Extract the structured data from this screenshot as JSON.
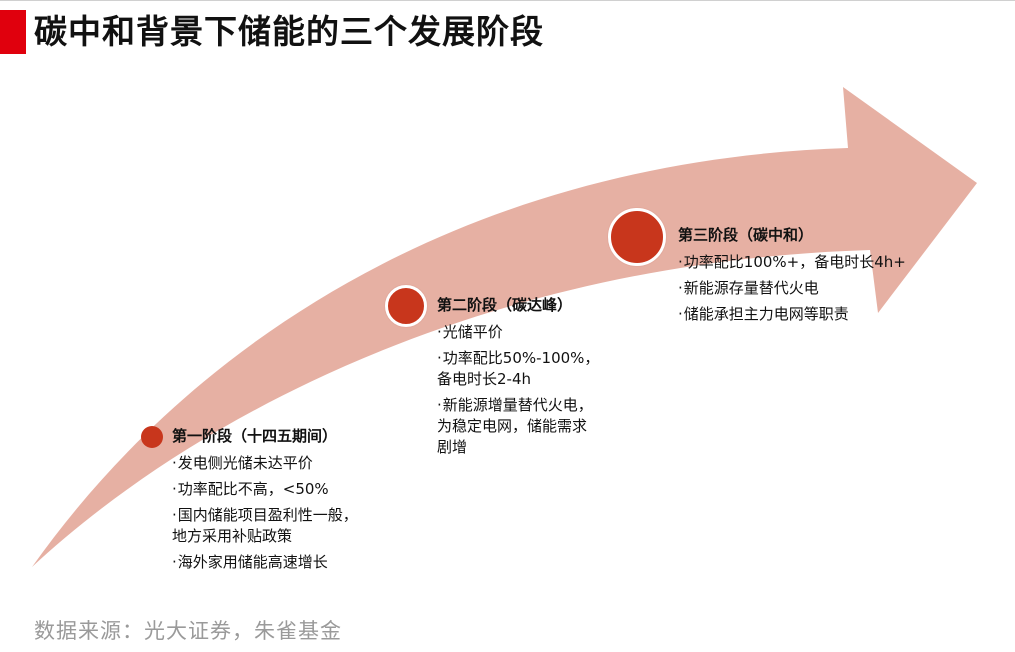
{
  "title": "碳中和背景下储能的三个发展阶段",
  "colors": {
    "title_bar": "#e0000d",
    "arrow_fill": "#e6b0a3",
    "dot_fill": "#c8361c",
    "source_text": "#9a9a9a"
  },
  "stages": [
    {
      "heading": "第一阶段（十四五期间）",
      "items": [
        "发电侧光储未达平价",
        "功率配比不高，<50%",
        "国内储能项目盈利性一般，\n地方采用补贴政策",
        "海外家用储能高速增长"
      ]
    },
    {
      "heading": "第二阶段（碳达峰）",
      "items": [
        "光储平价",
        "功率配比50%-100%，\n备电时长2-4h",
        "新能源增量替代火电，\n为稳定电网，储能需求\n剧增"
      ]
    },
    {
      "heading": "第三阶段（碳中和）",
      "items": [
        "功率配比100%+，备电时长4h+",
        "新能源存量替代火电",
        "储能承担主力电网等职责"
      ]
    }
  ],
  "source": "数据来源：光大证券，朱雀基金"
}
